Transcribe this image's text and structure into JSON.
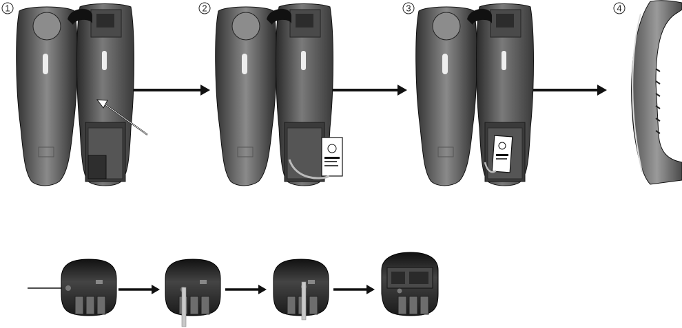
{
  "steps": [
    {
      "number": "1"
    },
    {
      "number": "2"
    },
    {
      "number": "3"
    },
    {
      "number": "4"
    }
  ],
  "colors": {
    "handset_dark": "#3c3c3c",
    "handset_mid": "#6a6a6a",
    "handset_light": "#9a9a9a",
    "arrow": "#111111",
    "label_white": "#ffffff"
  },
  "icons": [
    "arrow-right-icon",
    "pointer-arrow-icon",
    "battery-pack-icon",
    "handset-icon",
    "belt-clip-icon",
    "pin-tool-icon"
  ]
}
